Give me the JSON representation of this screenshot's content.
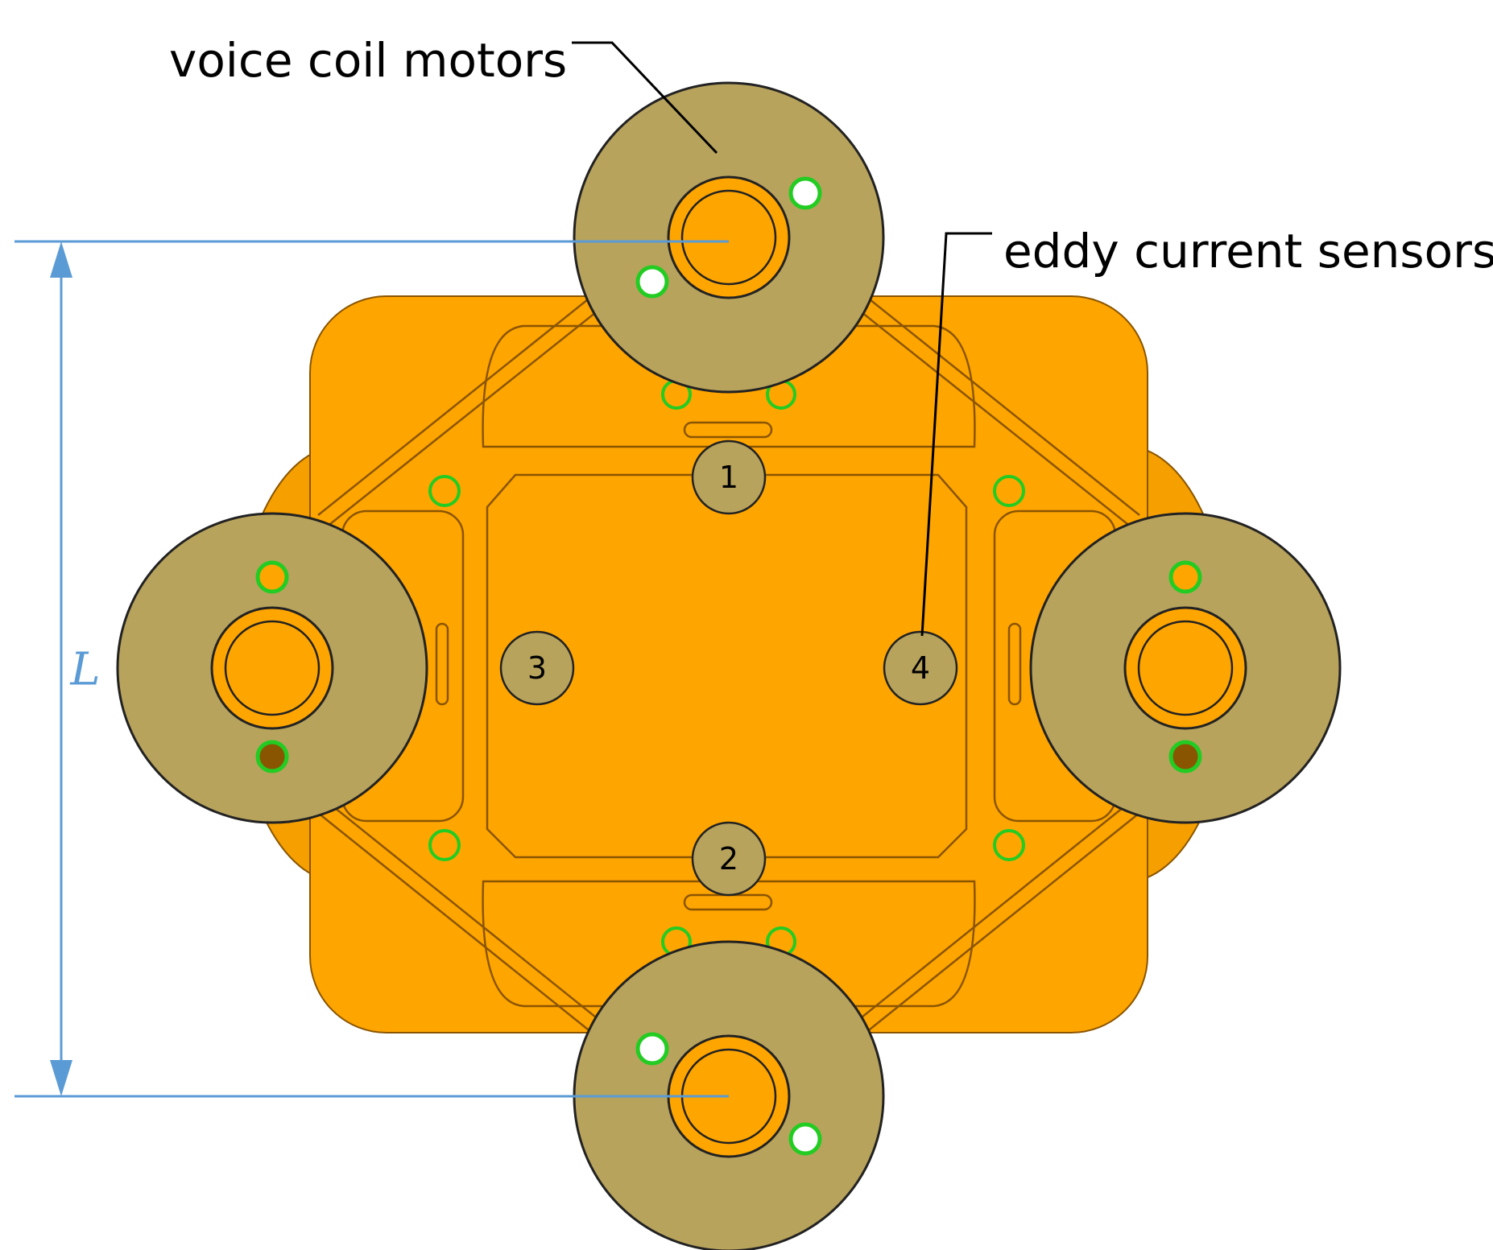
{
  "labels": {
    "voice_coil_motors": "voice coil motors",
    "eddy_current_sensors": "eddy current sensors",
    "dimension": "L"
  },
  "sensors": [
    {
      "id": "1"
    },
    {
      "id": "2"
    },
    {
      "id": "3"
    },
    {
      "id": "4"
    }
  ],
  "colors": {
    "plate": "#FFA500",
    "plate_outline": "#8a5500",
    "motor": "#B8A35C",
    "outline": "#222222",
    "hole_ring": "#22cc22",
    "dimension": "#5B9BD5",
    "leader": "#000000"
  }
}
